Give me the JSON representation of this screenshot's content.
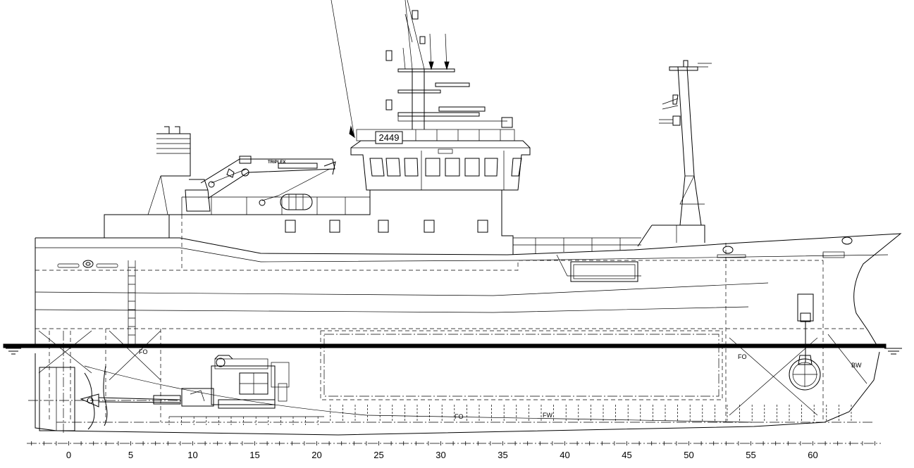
{
  "hull_number": "2449",
  "crane_brand": "TRIPLEX",
  "compartment_labels": {
    "aft_fuel": "FO",
    "double_bottom_fuel": "FO",
    "fresh_water": "FW",
    "forward_fuel": "FO",
    "ballast_water": "BW"
  },
  "frame_scale": {
    "labels": [
      "0",
      "5",
      "10",
      "15",
      "20",
      "25",
      "30",
      "35",
      "40",
      "45",
      "50",
      "55",
      "60"
    ]
  }
}
